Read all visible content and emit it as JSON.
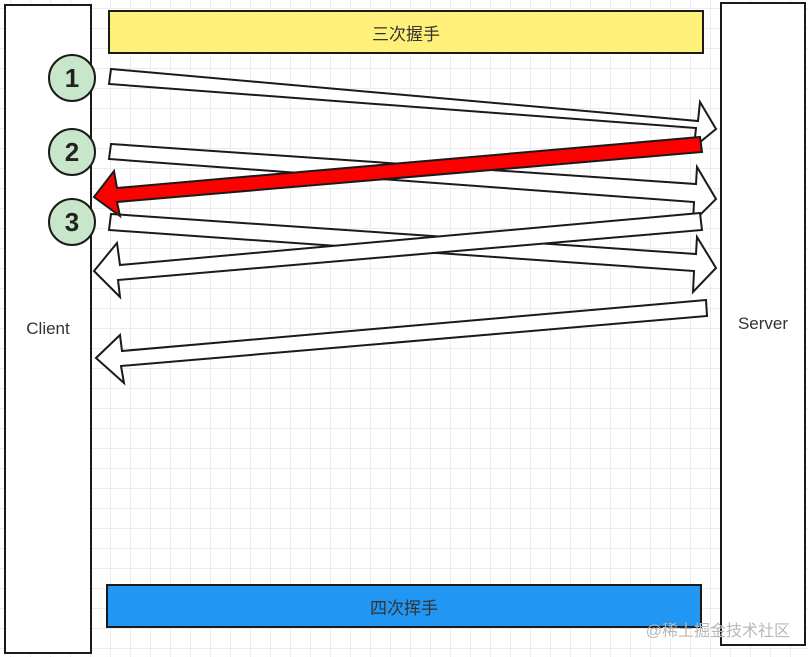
{
  "client": {
    "label": "Client"
  },
  "server": {
    "label": "Server"
  },
  "handshake": {
    "title": "三次握手",
    "color": "#fff07a"
  },
  "wave": {
    "title": "四次挥手",
    "color": "#2196f3"
  },
  "steps": [
    "1",
    "2",
    "3"
  ],
  "highlight_color": "#ff0000",
  "step_badge_color": "#c8e6c9",
  "watermark": "@稀土掘金技术社区"
}
